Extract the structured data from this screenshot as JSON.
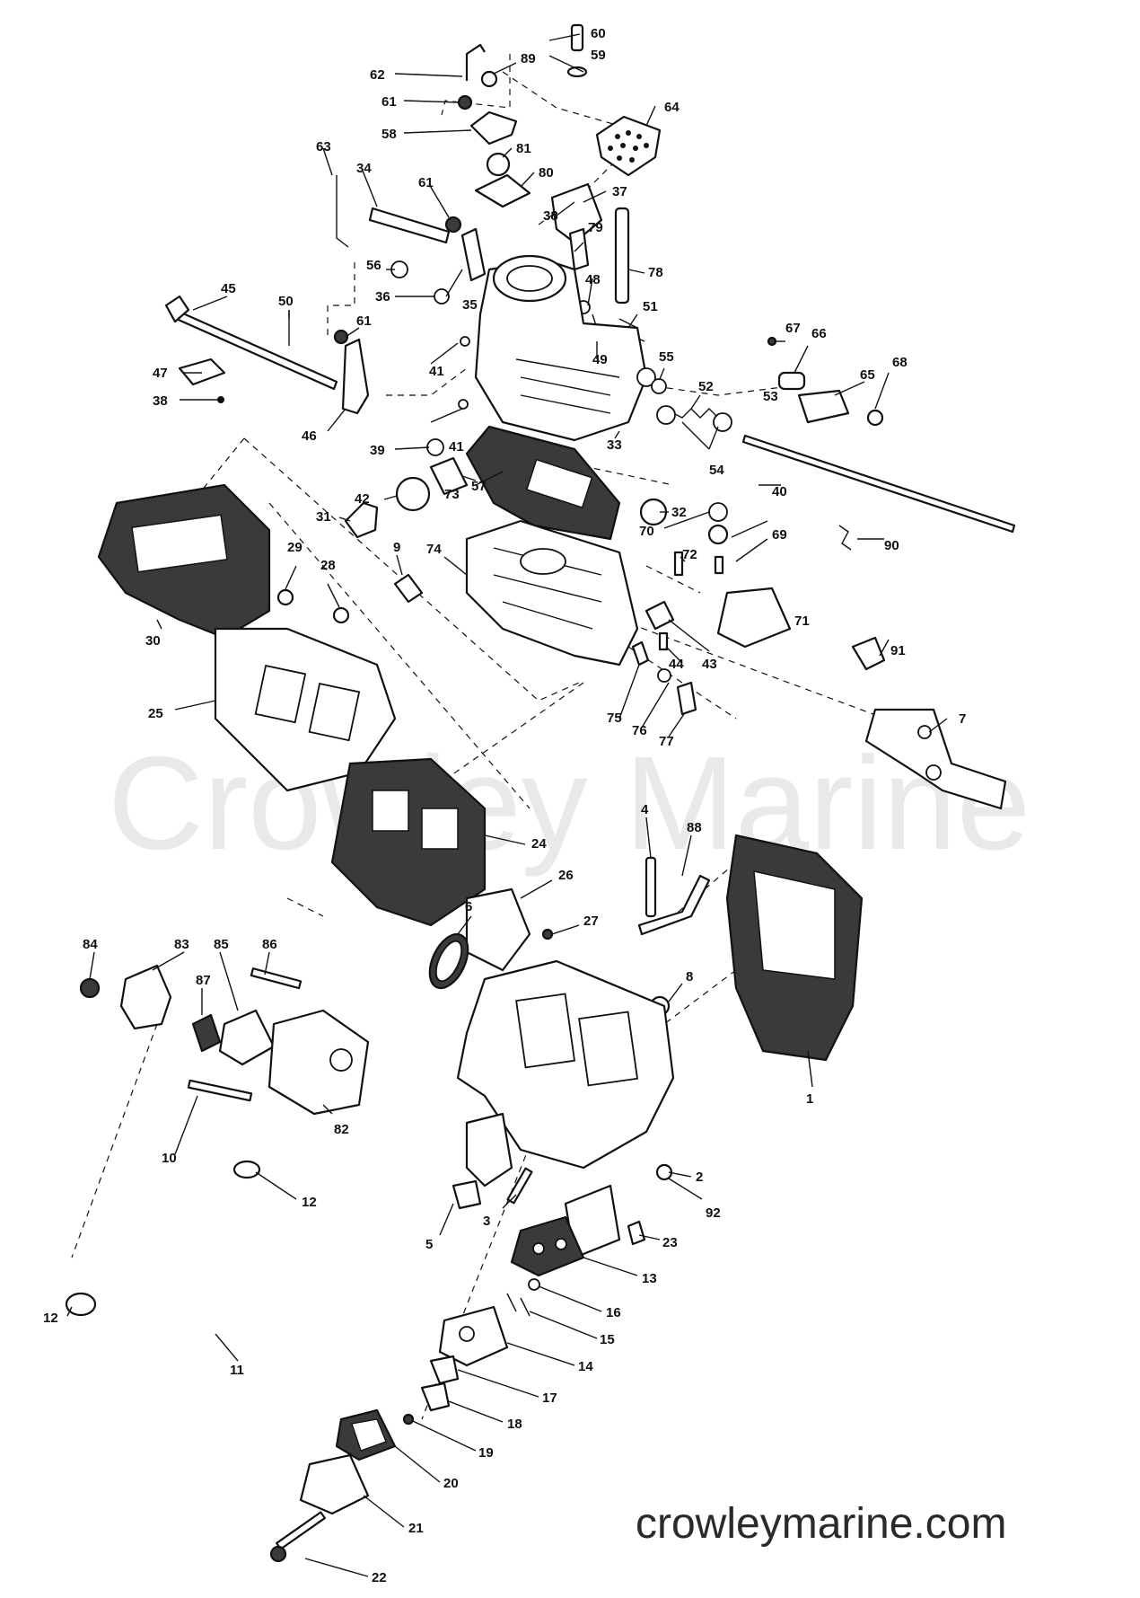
{
  "watermark": "Crowley Marine",
  "site_caption": "crowleymarine.com",
  "callouts": [
    "60",
    "59",
    "89",
    "62",
    "61",
    "58",
    "64",
    "81",
    "80",
    "37",
    "63",
    "34",
    "61",
    "38",
    "79",
    "78",
    "56",
    "36",
    "35",
    "48",
    "51",
    "45",
    "50",
    "61",
    "49",
    "67",
    "66",
    "65",
    "68",
    "41",
    "55",
    "52",
    "53",
    "47",
    "38",
    "46",
    "41",
    "54",
    "39",
    "57",
    "33",
    "42",
    "73",
    "32",
    "40",
    "70",
    "69",
    "31",
    "9",
    "74",
    "72",
    "90",
    "29",
    "28",
    "71",
    "30",
    "43",
    "44",
    "91",
    "25",
    "75",
    "76",
    "77",
    "7",
    "24",
    "26",
    "27",
    "4",
    "88",
    "84",
    "83",
    "85",
    "86",
    "87",
    "6",
    "8",
    "1",
    "82",
    "10",
    "2",
    "92",
    "12",
    "3",
    "5",
    "23",
    "13",
    "16",
    "12",
    "15",
    "11",
    "14",
    "17",
    "18",
    "19",
    "20",
    "21",
    "22"
  ]
}
